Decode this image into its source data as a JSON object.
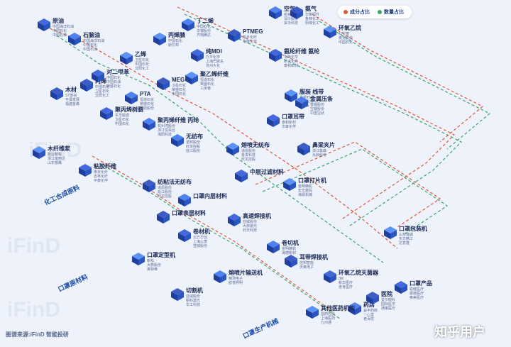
{
  "legend": {
    "composition": "成分占比",
    "quantity": "数量占比",
    "composition_color": "#e0583c",
    "quantity_color": "#3aa56a"
  },
  "zones": {
    "chemical": "化工合成原料",
    "mask_material": "口罩原材料",
    "mask_machine": "口罩生产机械"
  },
  "watermarks": [
    "iFinD",
    "iFinD",
    "iFinD"
  ],
  "source": "图谱来源:iFinD 智能投研",
  "brand": "知乎用户",
  "nodes": [
    {
      "id": "crude",
      "label": "原油",
      "subs": [
        "中国海洋石油",
        "中国石化",
        "中国石油"
      ]
    },
    {
      "id": "petroleum",
      "label": "石脑油",
      "subs": [
        "中国海洋石油",
        "中国石化",
        "中国石油"
      ]
    },
    {
      "id": "propylene",
      "label": "丙烯",
      "subs": [
        "中国石化",
        "卫星石化",
        "沈阳化工"
      ]
    },
    {
      "id": "ethylene",
      "label": "乙烯",
      "subs": [
        "卫星石化",
        "中国石化",
        "沈阳化工"
      ]
    },
    {
      "id": "pxylene",
      "label": "对二甲苯",
      "subs": [
        "中国石化",
        "中国石油",
        "荣盛石化"
      ]
    },
    {
      "id": "pta",
      "label": "PTA",
      "subs": [
        "恒逸石化",
        "荣盛石化",
        "桐昆股份"
      ]
    },
    {
      "id": "meg",
      "label": "MEG",
      "subs": [
        "卫星石化",
        "荣盛石化",
        "中国石化"
      ]
    },
    {
      "id": "pet",
      "label": "聚乙烯纤维",
      "subs": [
        "恒逸石化",
        "荣盛石化",
        "三房巷"
      ]
    },
    {
      "id": "pp",
      "label": "聚丙烯树脂",
      "subs": [
        "东华能源",
        "卫星石化",
        "中国石化"
      ]
    },
    {
      "id": "pp_fiber",
      "label": "聚丙烯纤维 丙纶",
      "subs": [
        "杭州湾股份",
        "浙江恒百丝",
        "海阳科技"
      ]
    },
    {
      "id": "wood",
      "label": "木材",
      "subs": [
        "ST景谷",
        "平潭发展",
        "福建金森"
      ]
    },
    {
      "id": "cellulose",
      "label": "木纤维浆",
      "subs": [
        "新亚制程",
        "浙江富丽达",
        "山东银鹰"
      ]
    },
    {
      "id": "viscose",
      "label": "粘胶纤维",
      "subs": [
        "南京化纤",
        "吉林化纤",
        "中泰化学"
      ]
    },
    {
      "id": "butadiene",
      "label": "丁二烯",
      "subs": [
        "中国石化",
        "华锦股份",
        "齐翔腾达"
      ]
    },
    {
      "id": "ptmeg",
      "label": "PTMEG",
      "subs": [
        "新乡化纤",
        "华峰化学"
      ]
    },
    {
      "id": "acn",
      "label": "丙烯腈",
      "subs": [
        "中国石化",
        "斯尔邦"
      ]
    },
    {
      "id": "mdi",
      "label": "纯MDI",
      "subs": [
        "万华化学",
        "上海巴斯夫",
        "沧州大化"
      ]
    },
    {
      "id": "air",
      "label": "空气",
      "subs": [
        "杭氧股份",
        "深冷股份",
        "昊华科技"
      ]
    },
    {
      "id": "ammonia",
      "label": "氨气",
      "subs": [
        "华鲁恒升",
        "鲁西化工",
        "阳煤化工"
      ]
    },
    {
      "id": "eo",
      "label": "环氧乙烷",
      "subs": [
        "红宝丽",
        "奥克股份",
        "中国石化"
      ]
    },
    {
      "id": "spandex",
      "label": "氨纶纤维 氨纶",
      "subs": [
        "华峰化学",
        "新乡化纤",
        "泰和新材"
      ]
    },
    {
      "id": "elastic",
      "label": "无纺布",
      "subs": [
        "诺邦股份",
        "欣龙控股",
        "延江股份"
      ]
    },
    {
      "id": "nonwoven",
      "label": "纺粘法无纺布",
      "subs": [
        "道恩股份",
        "延江股份",
        "欣龙控股"
      ]
    },
    {
      "id": "meltblown",
      "label": "熔喷无纺布",
      "subs": [
        "道恩股份",
        "金发科技",
        "欣龙控股"
      ]
    },
    {
      "id": "filter",
      "label": "中层过滤材料",
      "subs": []
    },
    {
      "id": "inner",
      "label": "口罩内层材料",
      "subs": []
    },
    {
      "id": "outer",
      "label": "口罩表层材料",
      "subs": []
    },
    {
      "id": "fabric",
      "label": "服装 线带",
      "subs": [
        "华孚时尚",
        "百隆东方",
        "鲁泰A"
      ]
    },
    {
      "id": "earloop",
      "label": "口罩耳带",
      "subs": [
        "泰和新材",
        "华峰化学"
      ]
    },
    {
      "id": "steel",
      "label": "金属压条",
      "subs": [
        "首钢股份",
        "宝钢股份",
        "中国宝武"
      ]
    },
    {
      "id": "nosewire",
      "label": "鼻梁夹片",
      "subs": [
        "浙江铁森",
        "永鼎股份"
      ]
    },
    {
      "id": "cleaning",
      "label": "口罩打片机",
      "subs": [
        "金明精机",
        "宏华数码",
        "海源机械"
      ]
    },
    {
      "id": "cut",
      "label": "高速焊接机",
      "subs": [
        "亚威股份",
        "大族激光",
        "欣天科技"
      ]
    },
    {
      "id": "bonding",
      "label": "卷切机",
      "subs": [
        "金明精机",
        "海德新材"
      ]
    },
    {
      "id": "fold",
      "label": "耳带焊接机",
      "subs": [
        "信邦智能",
        "天奥电子"
      ]
    },
    {
      "id": "forming",
      "label": "口罩定型机",
      "subs": [
        "新松",
        "大族股份",
        "奥特维"
      ]
    },
    {
      "id": "splicer",
      "label": "卷材机",
      "subs": [
        "北方华创",
        "上海三菱",
        "亚威股份"
      ]
    },
    {
      "id": "feed",
      "label": "熔喷片输送机",
      "subs": [
        "精测电子",
        "欧普照明"
      ]
    },
    {
      "id": "slicer",
      "label": "切割机",
      "subs": [
        "亚威股份",
        "锐科激光",
        "华工科技"
      ]
    },
    {
      "id": "packer",
      "label": "口罩包装机",
      "subs": [
        "山东瑞诚",
        "东方精工",
        "达意隆"
      ]
    },
    {
      "id": "sterilize",
      "label": "环氧乙烷灭菌器",
      "subs": [
        "3M",
        "新华医疗",
        "老肯医疗"
      ]
    },
    {
      "id": "ship",
      "label": "药店",
      "subs": [
        "益丰药房",
        "一心堂",
        "老百姓"
      ]
    },
    {
      "id": "hospital",
      "label": "医院",
      "subs": [
        "爱尔眼科",
        "国际医学",
        "通策医疗"
      ]
    },
    {
      "id": "medsupply",
      "label": "其他医药机构",
      "subs": [
        "国药控股",
        "上海医药",
        "九州通"
      ]
    },
    {
      "id": "mask",
      "label": "口罩产品",
      "subs": [
        "稳健医疗",
        "振德医疗",
        "奥美医疗"
      ]
    }
  ]
}
